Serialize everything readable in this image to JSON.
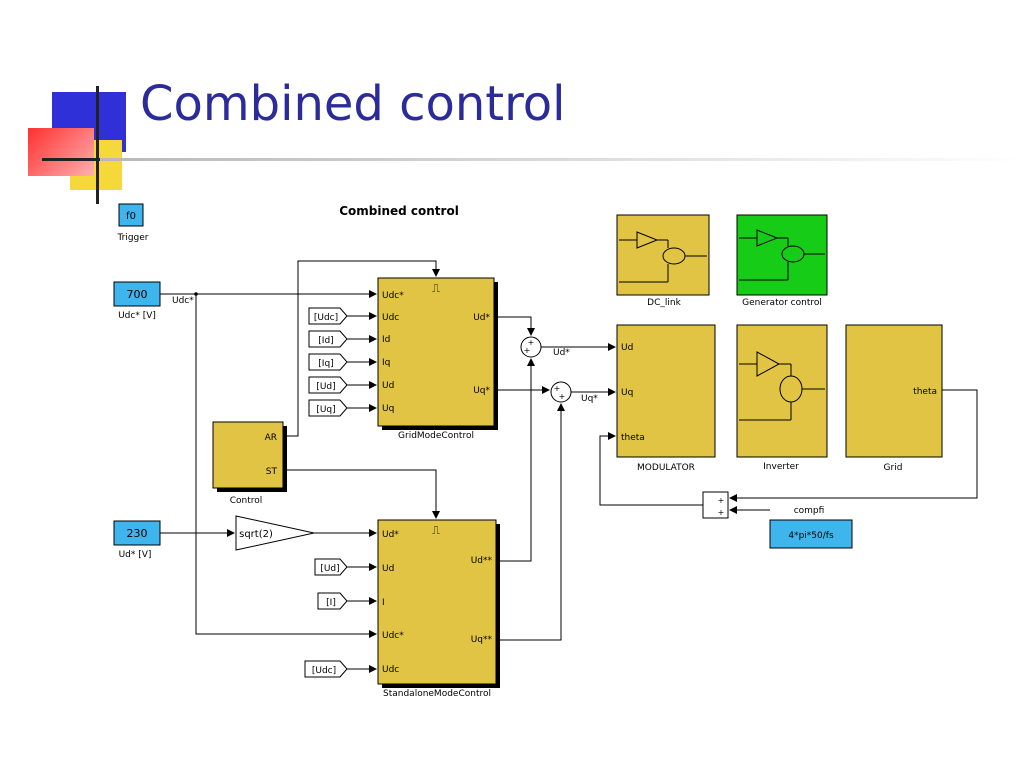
{
  "slide": {
    "title": "Combined control"
  },
  "diagram": {
    "caption": "Combined control",
    "colors": {
      "block": "#e1c444",
      "constant": "#3fb5ee",
      "generator": "#17cc17",
      "line": "#000000"
    },
    "trigger": {
      "value": "f0",
      "label": "Trigger"
    },
    "udc_const": {
      "value": "700",
      "label": "Udc* [V]",
      "signal": "Udc*"
    },
    "ud_const": {
      "value": "230",
      "label": "Ud* [V]"
    },
    "gain": {
      "label": "sqrt(2)"
    },
    "control": {
      "name": "Control",
      "out_ar": "AR",
      "out_st": "ST"
    },
    "grid_mode": {
      "name": "GridModeControl",
      "inputs": [
        "Udc*",
        "Udc",
        "Id",
        "Iq",
        "Ud",
        "Uq"
      ],
      "outputs": [
        "Ud*",
        "Uq*"
      ],
      "tags": [
        "[Udc]",
        "[Id]",
        "[Iq]",
        "[Ud]",
        "[Uq]"
      ]
    },
    "standalone_mode": {
      "name": "StandaloneModeControl",
      "inputs": [
        "Ud*",
        "Ud",
        "I",
        "Udc*",
        "Udc"
      ],
      "outputs": [
        "Ud**",
        "Uq**"
      ],
      "tags": [
        "[Ud]",
        "[I]",
        "[Udc]"
      ]
    },
    "trigger_symbol": "⎍",
    "sum1": {
      "label": "Ud*",
      "signs": [
        "+",
        "+"
      ]
    },
    "sum2": {
      "label": "Uq*",
      "signs": [
        "+",
        "+"
      ]
    },
    "modulator": {
      "name": "MODULATOR",
      "inputs": [
        "Ud",
        "Uq",
        "theta"
      ]
    },
    "dc_link": {
      "name": "DC_link"
    },
    "generator_control": {
      "name": "Generator control"
    },
    "inverter": {
      "name": "Inverter"
    },
    "grid": {
      "name": "Grid",
      "output": "theta"
    },
    "compfi_sum": {
      "signs": [
        "+",
        "+"
      ]
    },
    "compfi": {
      "label": "compfi",
      "value": "4*pi*50/fs"
    }
  }
}
